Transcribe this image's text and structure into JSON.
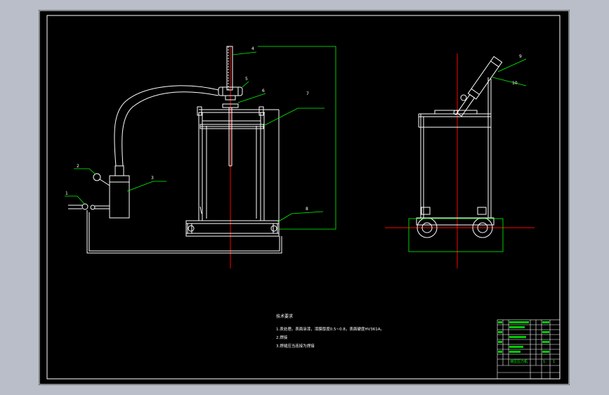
{
  "colors": {
    "background": "#b9bec9",
    "sheet": "#000000",
    "outline": "#ffffff",
    "leader": "#00ff00",
    "centerline": "#ff0000",
    "titleblock": "#00ff00"
  },
  "part_labels": [
    "1",
    "2",
    "3",
    "4",
    "5",
    "6",
    "7",
    "8",
    "9",
    "10"
  ],
  "notes": {
    "heading": "技术要求",
    "lines": [
      "1.表处理。表面涂漆，漆膜厚度0.5~0.8，表面硬度HV361A。",
      "2.焊接",
      "3.焊缝应当连接为焊接"
    ]
  },
  "title_block": {
    "drawing_title": "液压压力机",
    "scale": "1:",
    "sheet": "1"
  }
}
